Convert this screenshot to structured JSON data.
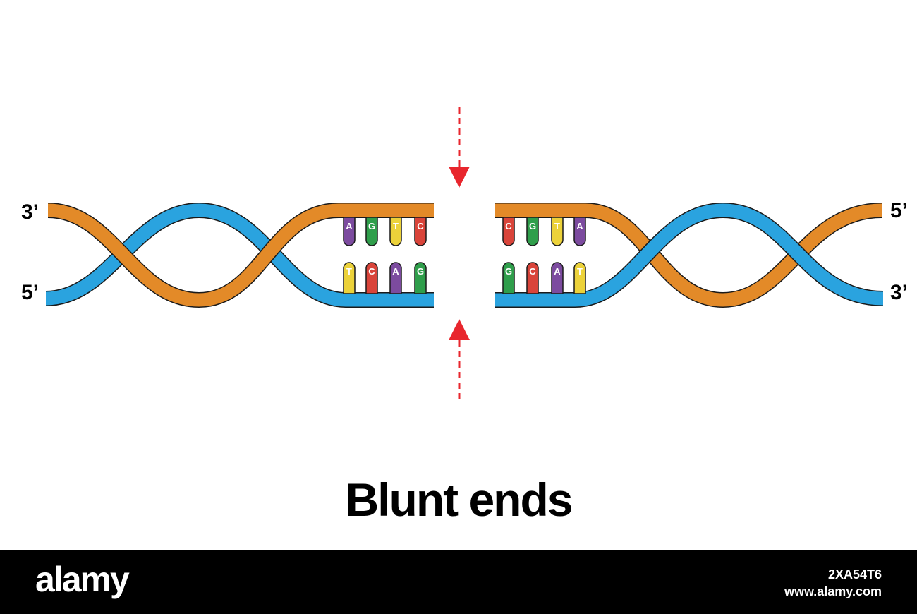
{
  "labels": {
    "left_top": "3’",
    "left_bottom": "5’",
    "right_top": "5’",
    "right_bottom": "3’"
  },
  "title": "Blunt ends",
  "colors": {
    "strand_orange": "#e38a28",
    "strand_blue": "#2aa3df",
    "cut_arrow": "#e8262d",
    "base_A": "#7c4b9f",
    "base_G": "#2f9e4b",
    "base_T": "#ecd23a",
    "base_C": "#d9443a"
  },
  "bases": {
    "left_top": [
      "A",
      "G",
      "T",
      "C"
    ],
    "left_bottom": [
      "T",
      "C",
      "A",
      "G"
    ],
    "right_top": [
      "C",
      "G",
      "T",
      "A"
    ],
    "right_bottom": [
      "G",
      "C",
      "A",
      "T"
    ]
  },
  "watermark": {
    "brand": "alamy",
    "image_id": "2XA54T6",
    "site": "www.alamy.com"
  }
}
